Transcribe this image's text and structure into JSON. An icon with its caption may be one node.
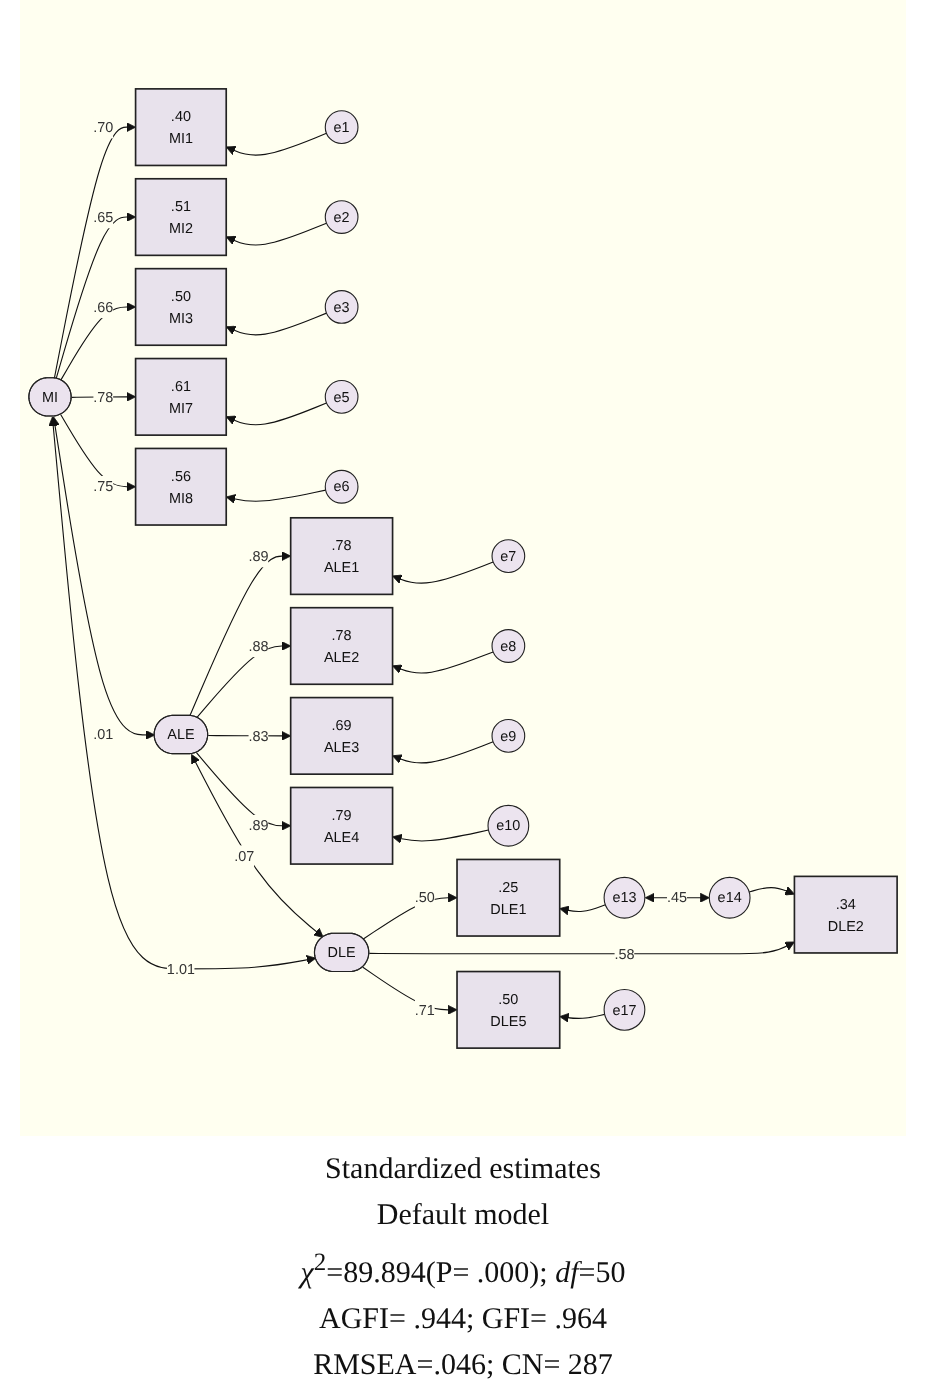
{
  "diagram": {
    "nodes": [
      {
        "text": [
          "MI"
        ]
      },
      {
        "text": [
          "ALE"
        ]
      },
      {
        "text": [
          "DLE"
        ]
      },
      {
        "text": [
          ".40",
          "MI1"
        ]
      },
      {
        "text": [
          ".51",
          "MI2"
        ]
      },
      {
        "text": [
          ".50",
          "MI3"
        ]
      },
      {
        "text": [
          ".61",
          "MI7"
        ]
      },
      {
        "text": [
          ".56",
          "MI8"
        ]
      },
      {
        "text": [
          ".78",
          "ALE1"
        ]
      },
      {
        "text": [
          ".78",
          "ALE2"
        ]
      },
      {
        "text": [
          ".69",
          "ALE3"
        ]
      },
      {
        "text": [
          ".79",
          "ALE4"
        ]
      },
      {
        "text": [
          ".25",
          "DLE1"
        ]
      },
      {
        "text": [
          ".34",
          "DLE2"
        ]
      },
      {
        "text": [
          ".50",
          "DLE5"
        ]
      },
      {
        "text": [
          "e1"
        ]
      },
      {
        "text": [
          "e2"
        ]
      },
      {
        "text": [
          "e3"
        ]
      },
      {
        "text": [
          "e5"
        ]
      },
      {
        "text": [
          "e6"
        ]
      },
      {
        "text": [
          "e7"
        ]
      },
      {
        "text": [
          "e8"
        ]
      },
      {
        "text": [
          "e9"
        ]
      },
      {
        "text": [
          "e10"
        ]
      },
      {
        "text": [
          "e13"
        ]
      },
      {
        "text": [
          "e14"
        ]
      },
      {
        "text": [
          "e17"
        ]
      }
    ],
    "edges": [
      {
        "from": 0,
        "to": 3,
        "arrow": "to",
        "label": ".70"
      },
      {
        "from": 0,
        "to": 4,
        "arrow": "to",
        "label": ".65"
      },
      {
        "from": 0,
        "to": 5,
        "arrow": "to",
        "label": ".66"
      },
      {
        "from": 0,
        "to": 6,
        "arrow": "to",
        "label": ".78"
      },
      {
        "from": 0,
        "to": 7,
        "arrow": "to",
        "label": ".75"
      },
      {
        "from": 1,
        "to": 8,
        "arrow": "to",
        "label": ".89"
      },
      {
        "from": 1,
        "to": 9,
        "arrow": "to",
        "label": ".88"
      },
      {
        "from": 1,
        "to": 10,
        "arrow": "to",
        "label": ".83"
      },
      {
        "from": 1,
        "to": 11,
        "arrow": "to",
        "label": ".89"
      },
      {
        "from": 2,
        "to": 12,
        "arrow": "to",
        "label": ".50"
      },
      {
        "from": 2,
        "to": 13,
        "arrow": "to",
        "label": ".58"
      },
      {
        "from": 2,
        "to": 14,
        "arrow": "to",
        "label": ".71"
      },
      {
        "from": 15,
        "to": 3,
        "arrow": "to"
      },
      {
        "from": 16,
        "to": 4,
        "arrow": "to"
      },
      {
        "from": 17,
        "to": 5,
        "arrow": "to"
      },
      {
        "from": 18,
        "to": 6,
        "arrow": "to"
      },
      {
        "from": 19,
        "to": 7,
        "arrow": "to"
      },
      {
        "from": 20,
        "to": 8,
        "arrow": "to"
      },
      {
        "from": 21,
        "to": 9,
        "arrow": "to"
      },
      {
        "from": 22,
        "to": 10,
        "arrow": "to"
      },
      {
        "from": 23,
        "to": 11,
        "arrow": "to"
      },
      {
        "from": 24,
        "to": 12,
        "arrow": "to"
      },
      {
        "from": 25,
        "to": 13,
        "arrow": "to"
      },
      {
        "from": 26,
        "to": 14,
        "arrow": "to"
      },
      {
        "from": 0,
        "to": 1,
        "arrow": "both",
        "label": ".01"
      },
      {
        "from": 1,
        "to": 2,
        "arrow": "both",
        "label": ".07"
      },
      {
        "from": 0,
        "to": 2,
        "arrow": "both",
        "label": "1.01"
      },
      {
        "from": 24,
        "to": 25,
        "arrow": "both",
        "label": ".45"
      }
    ],
    "labels": [
      "Standardized estimates",
      "Default model",
      "*χ*$^{2}$=89.894(P= .000); *df*=50",
      "AGFI= .944; GFI= .964",
      "RMSEA=.046; CN= 287"
    ]
  }
}
